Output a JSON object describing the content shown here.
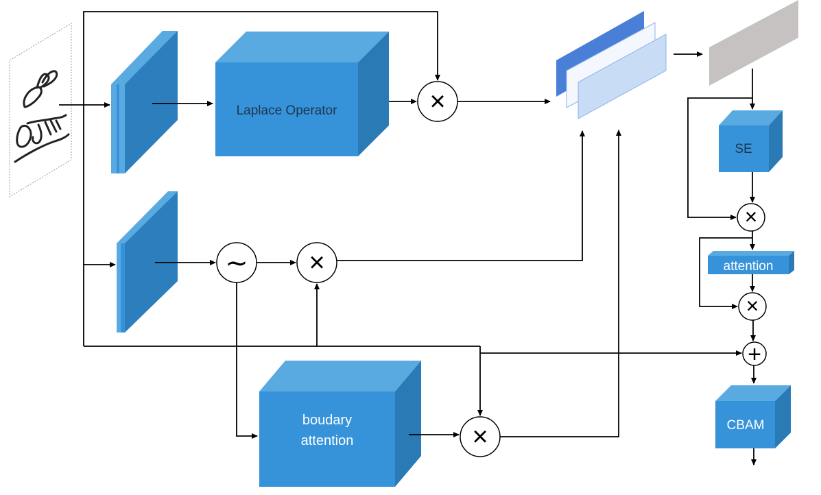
{
  "labels": {
    "laplace": "Laplace Operator",
    "boundary_line1": "boudary",
    "boundary_line2": "attention",
    "se": "SE",
    "attention": "attention",
    "cbam": "CBAM"
  },
  "operators": {
    "multiply": "×",
    "tilde": "∼",
    "add": "+"
  },
  "colors": {
    "box_front": "#3693da",
    "box_top": "#5aaae2",
    "box_side": "#2a7ab6",
    "layer_front": "#2d7ebc",
    "layer_edge": "#5aaae2",
    "fm_dark": "#4a7fd8",
    "fm_white": "#f4f8fe",
    "fm_light": "#c9dcf6",
    "gray_map": "#c6c2c2",
    "line": "#000000"
  }
}
